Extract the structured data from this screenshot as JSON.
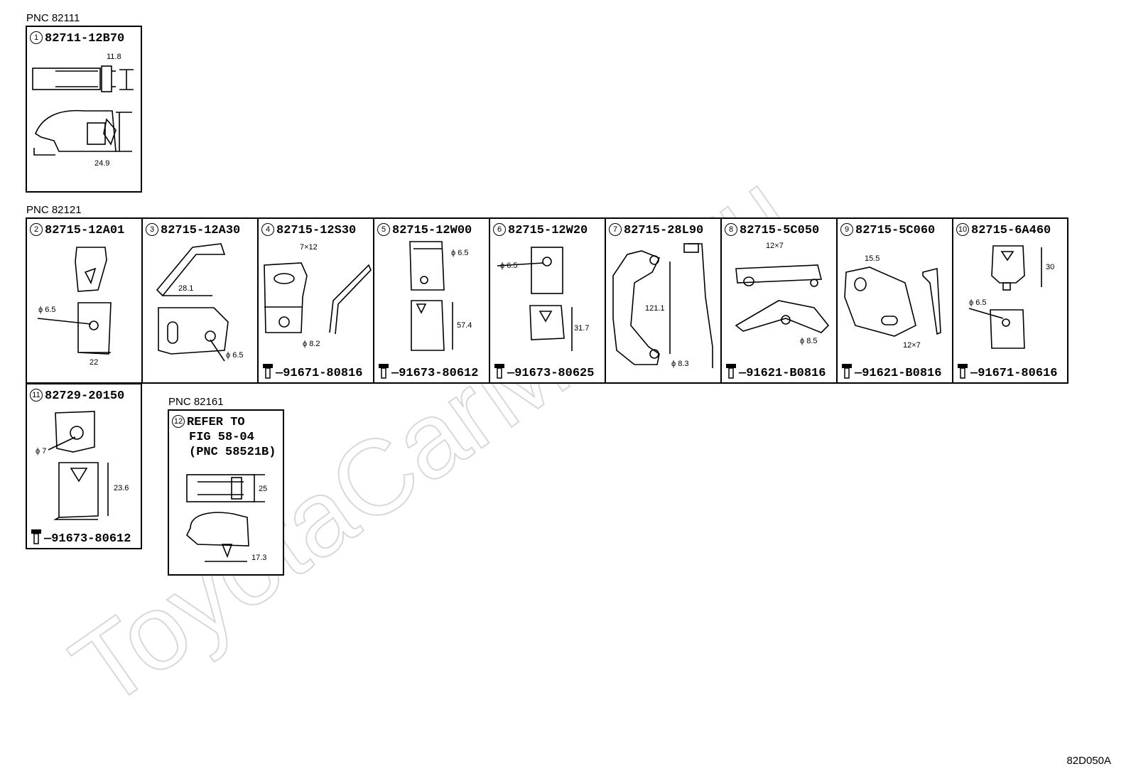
{
  "groups": [
    {
      "pnc_label": "PNC 82111"
    },
    {
      "pnc_label": "PNC 82121"
    },
    {
      "pnc_label": "PNC 82161"
    }
  ],
  "parts": [
    {
      "num": "1",
      "part_no": "82711-12B70",
      "dims": [
        "11.8",
        "24.9"
      ]
    },
    {
      "num": "2",
      "part_no": "82715-12A01",
      "dims": [
        "ϕ 6.5",
        "22"
      ]
    },
    {
      "num": "3",
      "part_no": "82715-12A30",
      "dims": [
        "28.1",
        "ϕ 6.5"
      ]
    },
    {
      "num": "4",
      "part_no": "82715-12S30",
      "dims": [
        "7×12",
        "ϕ 8.2"
      ],
      "bolt": "91671-80816"
    },
    {
      "num": "5",
      "part_no": "82715-12W00",
      "dims": [
        "ϕ 6.5",
        "57.4"
      ],
      "bolt": "91673-80612"
    },
    {
      "num": "6",
      "part_no": "82715-12W20",
      "dims": [
        "ϕ 6.5",
        "31.7"
      ],
      "bolt": "91673-80625"
    },
    {
      "num": "7",
      "part_no": "82715-28L90",
      "dims": [
        "121.1",
        "ϕ 8.3"
      ]
    },
    {
      "num": "8",
      "part_no": "82715-5C050",
      "dims": [
        "12×7",
        "ϕ 8.5"
      ],
      "bolt": "91621-B0816"
    },
    {
      "num": "9",
      "part_no": "82715-5C060",
      "dims": [
        "15.5",
        "12×7"
      ],
      "bolt": "91621-B0816"
    },
    {
      "num": "10",
      "part_no": "82715-6A460",
      "dims": [
        "30",
        "ϕ 6.5"
      ],
      "bolt": "91671-80616"
    },
    {
      "num": "11",
      "part_no": "82729-20150",
      "dims": [
        "ϕ 7",
        "23.6"
      ],
      "bolt": "91673-80612"
    },
    {
      "num": "12",
      "ref_lines": [
        "REFER TO",
        "FIG 58-04",
        "(PNC 58521B)"
      ],
      "dims": [
        "25",
        "17.3"
      ]
    }
  ],
  "watermark": "ToyotaCarMine.ru",
  "figure_code": "82D050A"
}
